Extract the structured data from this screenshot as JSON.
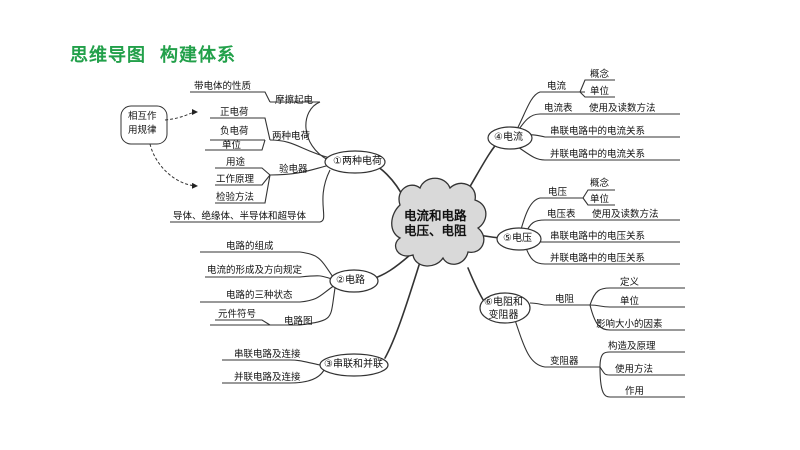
{
  "header": {
    "title1": "思维导图",
    "title2": "构建体系"
  },
  "center": {
    "line1": "电流和电路",
    "line2": "电压、电阻"
  },
  "b1": {
    "label": "①两种电荷",
    "friction": "摩擦起电",
    "friction_prop": "带电体的性质",
    "two_charges": "两种电荷",
    "positive": "正电荷",
    "negative": "负电荷",
    "unit": "单位",
    "interaction_l1": "相互作",
    "interaction_l2": "用规律",
    "electroscope": "验电器",
    "use": "用途",
    "principle": "工作原理",
    "method": "检验方法",
    "materials": "导体、绝缘体、半导体和超导体"
  },
  "b2": {
    "label": "②电路",
    "composition": "电路的组成",
    "current_form": "电流的形成及方向规定",
    "three_states": "电路的三种状态",
    "diagram": "电路图",
    "symbols": "元件符号"
  },
  "b3": {
    "label": "③串联和并联",
    "series": "串联电路及连接",
    "parallel": "并联电路及连接"
  },
  "b4": {
    "label": "④电流",
    "current": "电流",
    "concept": "概念",
    "unit": "单位",
    "ammeter": "电流表",
    "usage": "使用及读数方法",
    "series_rel": "串联电路中的电流关系",
    "parallel_rel": "并联电路中的电流关系"
  },
  "b5": {
    "label": "⑤电压",
    "voltage": "电压",
    "concept": "概念",
    "unit": "单位",
    "voltmeter": "电压表",
    "usage": "使用及读数方法",
    "series_rel": "串联电路中的电压关系",
    "parallel_rel": "并联电路中的电压关系"
  },
  "b6": {
    "label_l1": "⑥电阻和",
    "label_l2": "变阻器",
    "resistance": "电阻",
    "definition": "定义",
    "unit": "单位",
    "factors": "影响大小的因素",
    "rheostat": "变阻器",
    "structure": "构造及原理",
    "usage": "使用方法",
    "function": "作用"
  }
}
